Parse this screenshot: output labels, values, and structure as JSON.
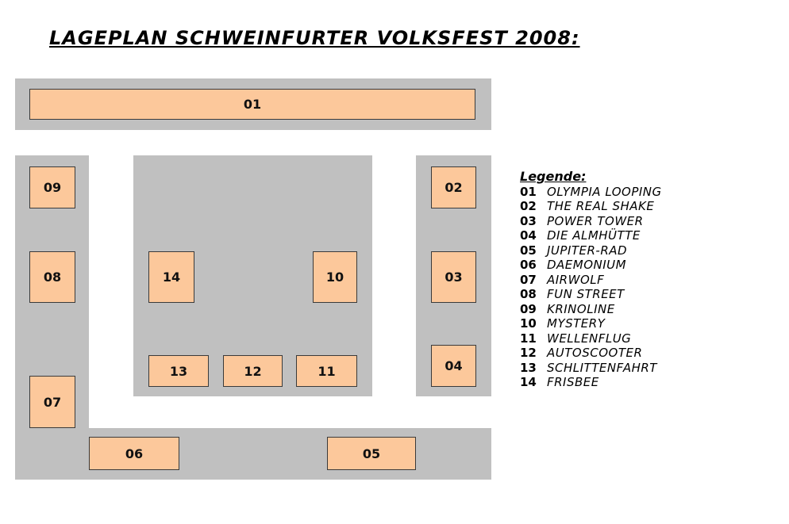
{
  "title": "LAGEPLAN SCHWEINFURTER VOLKSFEST 2008:",
  "booths": {
    "b01": "01",
    "b02": "02",
    "b03": "03",
    "b04": "04",
    "b05": "05",
    "b06": "06",
    "b07": "07",
    "b08": "08",
    "b09": "09",
    "b10": "10",
    "b11": "11",
    "b12": "12",
    "b13": "13",
    "b14": "14"
  },
  "legend": {
    "title": "Legende:",
    "items": [
      {
        "num": "01",
        "name": "OLYMPIA LOOPING"
      },
      {
        "num": "02",
        "name": "THE REAL SHAKE"
      },
      {
        "num": "03",
        "name": "POWER TOWER"
      },
      {
        "num": "04",
        "name": "DIE ALMHÜTTE"
      },
      {
        "num": "05",
        "name": "JUPITER-RAD"
      },
      {
        "num": "06",
        "name": "DAEMONIUM"
      },
      {
        "num": "07",
        "name": "AIRWOLF"
      },
      {
        "num": "08",
        "name": "FUN STREET"
      },
      {
        "num": "09",
        "name": "KRINOLINE"
      },
      {
        "num": "10",
        "name": "MYSTERY"
      },
      {
        "num": "11",
        "name": "WELLENFLUG"
      },
      {
        "num": "12",
        "name": "AUTOSCOOTER"
      },
      {
        "num": "13",
        "name": "SCHLITTENFAHRT"
      },
      {
        "num": "14",
        "name": "FRISBEE"
      }
    ]
  },
  "colors": {
    "ground": "#c0c0c0",
    "booth": "#fcc89b",
    "booth_border": "#3a3a3a"
  }
}
